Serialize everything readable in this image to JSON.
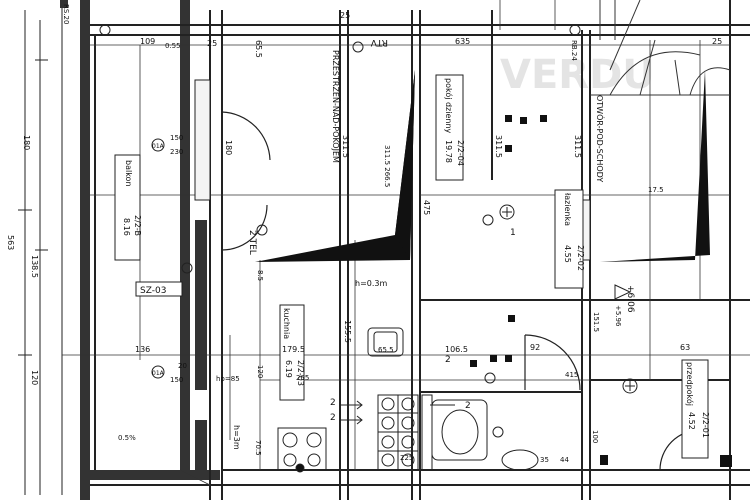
{
  "watermark": "VERDU",
  "rooms": {
    "balkon": {
      "name": "balkon",
      "code": "2/2-B",
      "area": "8.16"
    },
    "pokoj_dzienny": {
      "name": "pokój dzienny",
      "code": "2/2-04",
      "area": "19.78"
    },
    "lazienka": {
      "name": "łazienka",
      "code": "2/2-02",
      "area": "4.55"
    },
    "kuchnia": {
      "name": "kuchnia",
      "code": "2/2-03",
      "area": "6.19"
    },
    "przedpokoj": {
      "name": "przedpokój",
      "code": "2/2-01",
      "area": "4.52"
    }
  },
  "labels": {
    "przestrzen": "PRZESTRZEŃ-NAD-POKOJEM",
    "otwor": "OTWÓR-POD-SCHODY",
    "rtv": "RTV",
    "tel": "2 TEL",
    "sz": "SZ-03",
    "hp": "hp=85",
    "h03": "h=0.3m",
    "h3": "h=3m",
    "lev1": "+6.06",
    "lev2": "+5.96",
    "grid_a": "01A",
    "grid_b": "01A"
  },
  "dims": {
    "d109": "109",
    "d055": "0.55",
    "d25a": "25",
    "d655": "65.5",
    "d635": "635",
    "d25b": "25",
    "d25c": "25",
    "d180a": "180",
    "d180b": "180",
    "d150": "150",
    "d230": "230",
    "d3115a": "311.5",
    "d3115b": "311.5",
    "d3115c": "311.5",
    "d475": "475",
    "d563": "563",
    "d1385": "138.5",
    "d120a": "120",
    "d120b": "120",
    "d136": "136",
    "d20": "20",
    "d1795": "179.5",
    "d1555": "155.5",
    "d1065": "106.5",
    "d92": "92",
    "d63": "63",
    "d1515": "151.5",
    "d415": "415",
    "d205": "205",
    "d655b": "65.5",
    "d705": "70.5",
    "d100": "100",
    "d35": "35",
    "d44": "44",
    "d176": "17.5",
    "d85": "8.5",
    "d225": "225",
    "d3115d": "311.5 266.5",
    "dR": "RS.20",
    "dRB": "RB.24",
    "d05": "0.5%",
    "d150b": "150"
  }
}
